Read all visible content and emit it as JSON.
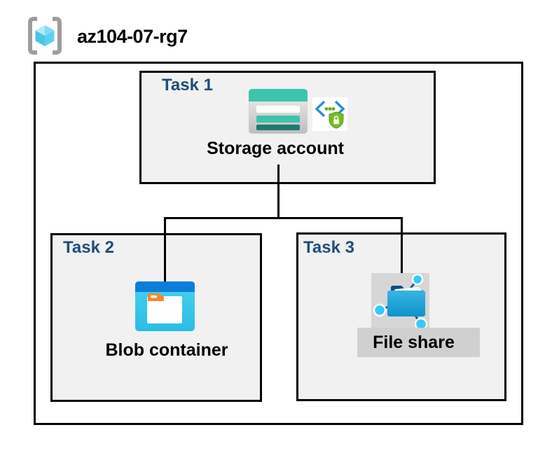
{
  "header": {
    "resource_group_name": "az104-07-rg7"
  },
  "tasks": {
    "task1": {
      "label": "Task 1",
      "resource": "Storage account"
    },
    "task2": {
      "label": "Task 2",
      "resource": "Blob container"
    },
    "task3": {
      "label": "Task 3",
      "resource": "File share"
    }
  },
  "connections": [
    {
      "from": "Storage account",
      "to": "Blob container"
    },
    {
      "from": "Storage account",
      "to": "File share"
    }
  ],
  "icons": {
    "resource_group": "resource-group-icon",
    "storage_account": "storage-account-icon",
    "secure_endpoint": "code-brackets-shield-lock-icon",
    "blob_container": "blob-container-icon",
    "file_share": "file-share-icon"
  },
  "colors": {
    "task_label_blue": "#1F4E79",
    "box_background": "#F1F1F1",
    "box_border": "#000000",
    "file_share_highlight": "#D6D6D6",
    "storage_teal": "#3EC3AC",
    "storage_teal_dark": "#1F7A6F",
    "blob_top_blue": "#0A7EDA",
    "blob_body_cyan": "#3BC9ED",
    "folder_tab_orange": "#F6892B",
    "file_folder_blue": "#1693CB",
    "node_cyan": "#33CCF6",
    "bracket_blue": "#2B8BE0",
    "shield_green": "#76BC21",
    "rg_bracket_gray": "#9D9D9D"
  }
}
